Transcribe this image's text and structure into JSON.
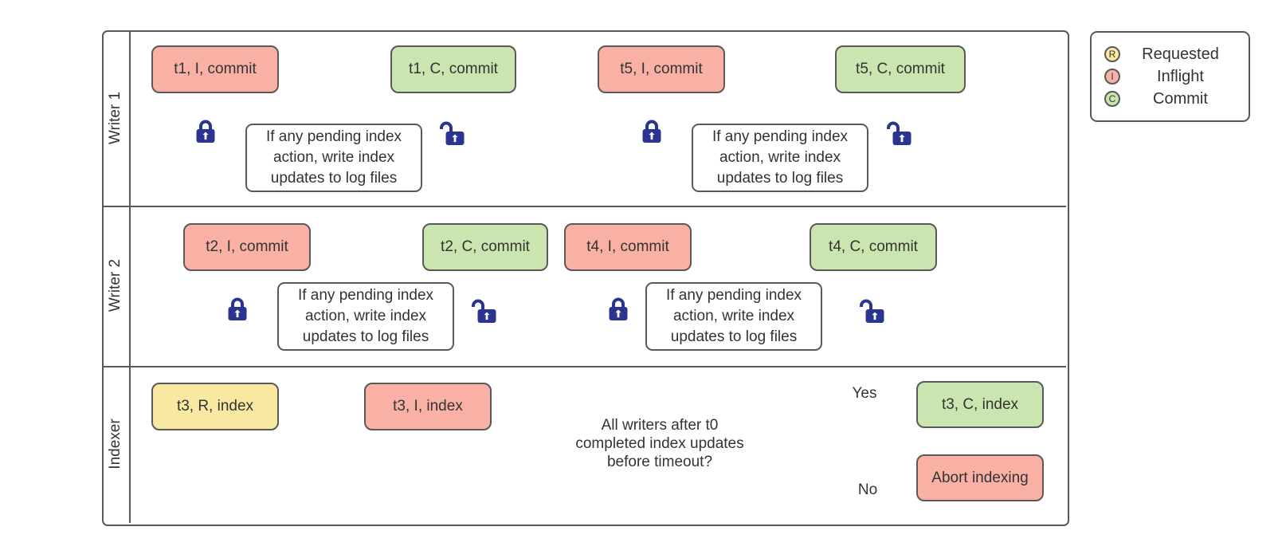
{
  "lanes": [
    {
      "label": "Writer 1"
    },
    {
      "label": "Writer 2"
    },
    {
      "label": "Indexer"
    }
  ],
  "process_note": "If any pending index action, write index updates to log files",
  "nodes": {
    "t1_i": "t1, I, commit",
    "t1_c": "t1, C, commit",
    "t5_i": "t5, I, commit",
    "t5_c": "t5, C, commit",
    "t2_i": "t2, I, commit",
    "t2_c": "t2, C, commit",
    "t4_i": "t4, I, commit",
    "t4_c": "t4, C, commit",
    "t3_r": "t3, R, index",
    "t3_i": "t3, I, index",
    "t3_c": "t3, C, index",
    "abort": "Abort indexing"
  },
  "decision": {
    "question": "All writers after t0 completed index updates before timeout?",
    "yes": "Yes",
    "no": "No"
  },
  "legend": {
    "items": [
      {
        "letter": "R",
        "label": "Requested"
      },
      {
        "letter": "I",
        "label": "Inflight"
      },
      {
        "letter": "C",
        "label": "Commit"
      }
    ]
  },
  "colors": {
    "requested_fill": "#f8e8a2",
    "inflight_fill": "#f9b1a6",
    "commit_fill": "#cae5af",
    "border": "#595959",
    "lock": "#2b3490",
    "text": "#333333"
  }
}
